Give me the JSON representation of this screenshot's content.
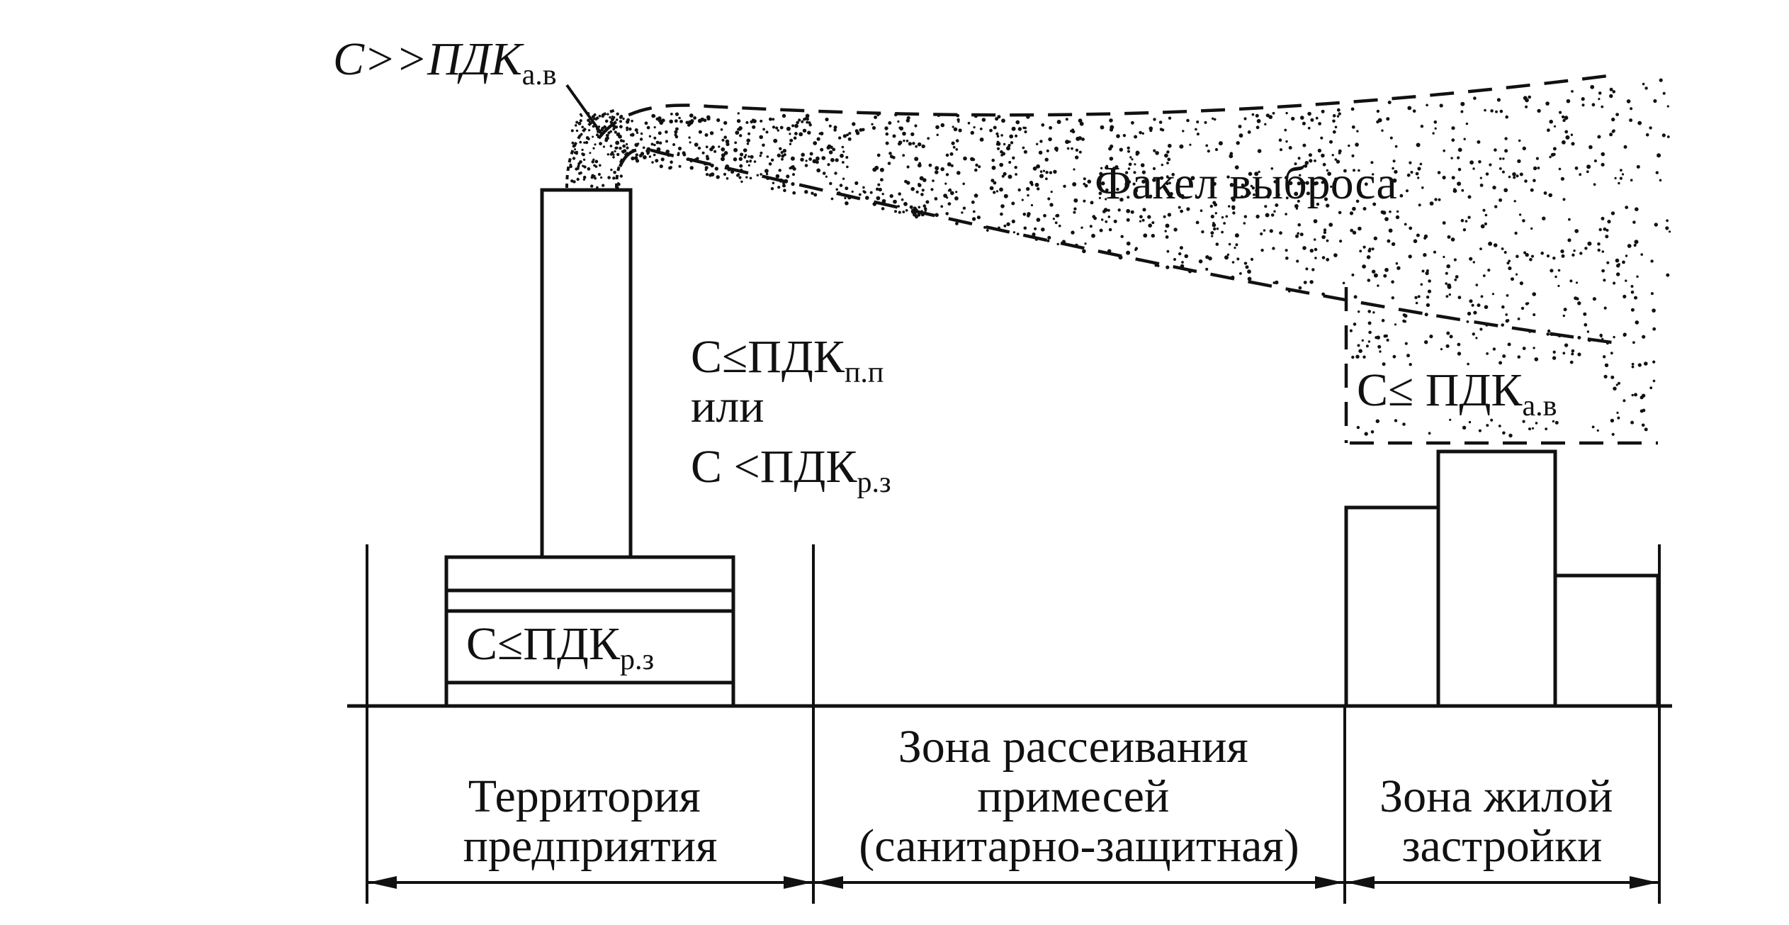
{
  "labels": {
    "stack_top": {
      "main": "C>>ПДК",
      "sub": "а.в"
    },
    "plume": "Факел выброса",
    "middle_line1": {
      "main": "C≤ПДК",
      "sub": "п.п"
    },
    "middle_or": "или",
    "middle_line2": {
      "main": "C <ПДК",
      "sub": "р.з"
    },
    "building": {
      "main": "C≤ПДК",
      "sub": "р.з"
    },
    "residential": {
      "main": "C≤ ПДК",
      "sub": "а.в"
    }
  },
  "zones": [
    {
      "line1": "Территория",
      "line2": "предприятия"
    },
    {
      "line1": "Зона рассеивания",
      "line2": "примесей",
      "line3": "(санитарно-защитная)"
    },
    {
      "line1": "Зона жилой",
      "line2": "застройки"
    }
  ]
}
